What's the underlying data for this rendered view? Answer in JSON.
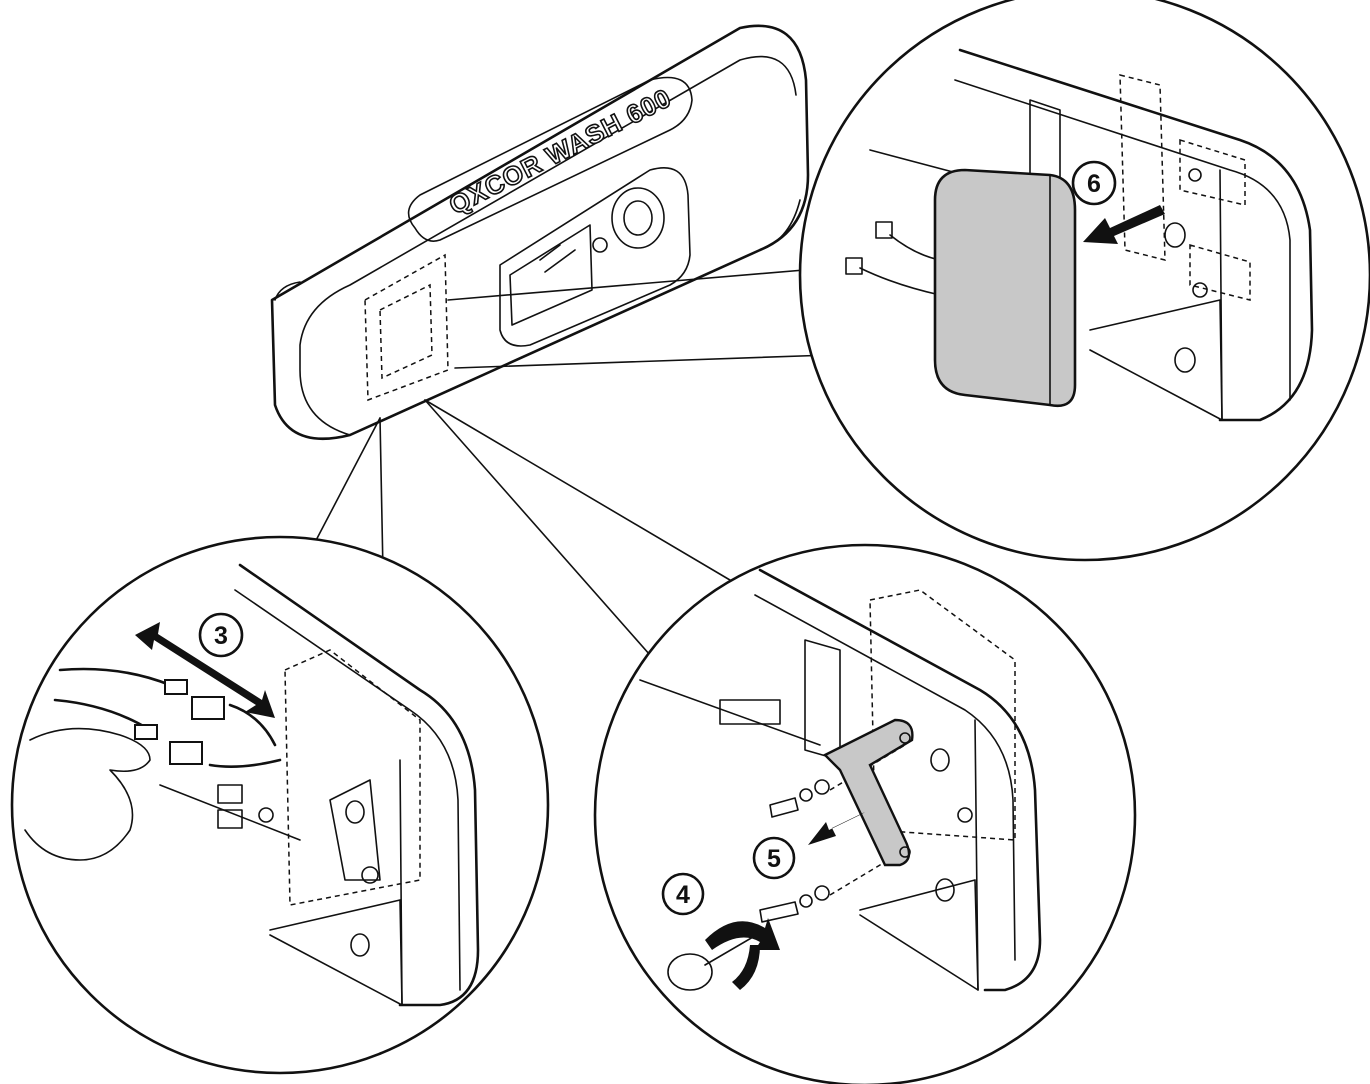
{
  "device": {
    "brand_label": "QXCOR WASH 600"
  },
  "steps": [
    {
      "id": "step-3",
      "label": "3"
    },
    {
      "id": "step-4",
      "label": "4"
    },
    {
      "id": "step-5",
      "label": "5"
    },
    {
      "id": "step-6",
      "label": "6"
    }
  ],
  "colors": {
    "line": "#111111",
    "part_fill": "#c8c8c8",
    "arrow_fill": "#111111",
    "background": "#ffffff"
  }
}
